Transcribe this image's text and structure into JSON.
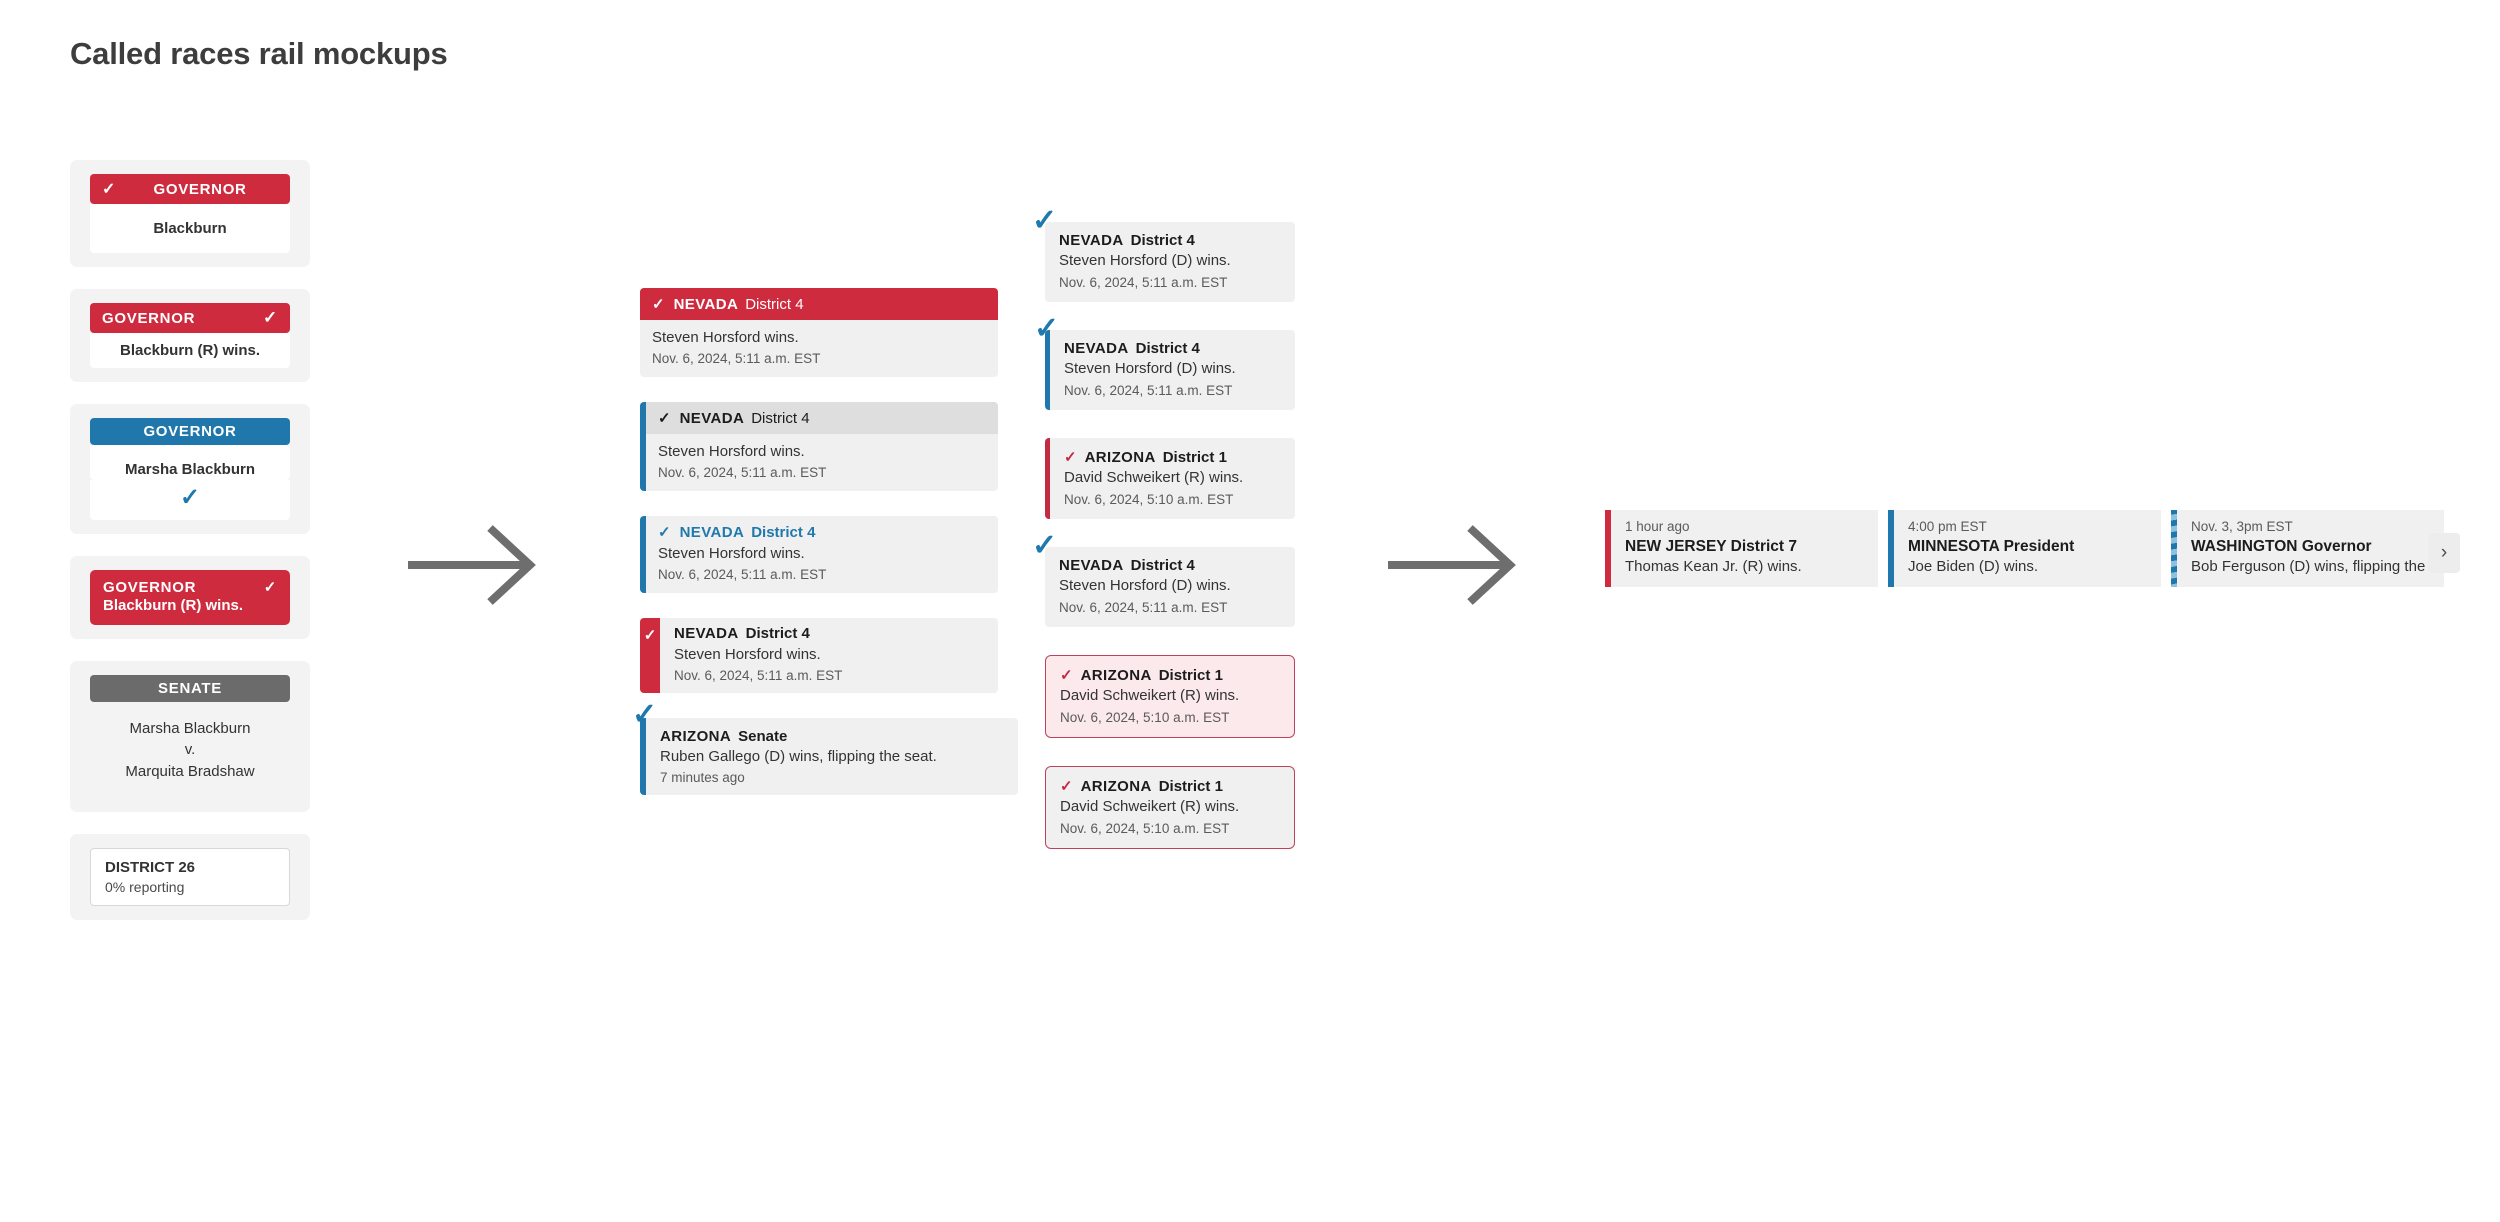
{
  "page": {
    "title": "Called races rail mockups"
  },
  "colors": {
    "republican_red": "#ce2b3e",
    "democrat_blue": "#2077ab",
    "neutral_gray": "#6b6b6b",
    "card_bg": "#f0f0f0"
  },
  "column1": {
    "cards": [
      {
        "variant": "header-red-check-left",
        "check": "✓",
        "header": "GOVERNOR",
        "body": "Blackburn"
      },
      {
        "variant": "header-red-check-right",
        "check": "✓",
        "header": "GOVERNOR",
        "body": "Blackburn (R) wins."
      },
      {
        "variant": "header-blue-tick-below",
        "header": "GOVERNOR",
        "body": "Marsha Blackburn",
        "tick": "✓"
      },
      {
        "variant": "solid-red",
        "header": "GOVERNOR",
        "check": "✓",
        "body": "Blackburn (R) wins."
      },
      {
        "variant": "header-gray-matchup",
        "header": "SENATE",
        "body_lines": [
          "Marsha Blackburn",
          "v.",
          "Marquita Bradshaw"
        ]
      },
      {
        "variant": "district-outline",
        "district": "DISTRICT 26",
        "reporting": "0% reporting"
      }
    ]
  },
  "column2": {
    "cards": [
      {
        "variant": "red-header-bar",
        "check": "✓",
        "state": "NEVADA",
        "race": "District 4",
        "line": "Steven Horsford wins.",
        "time": "Nov. 6, 2024, 5:11 a.m. EST"
      },
      {
        "variant": "blue-border-gray-strip",
        "check": "✓",
        "state": "NEVADA",
        "race": "District 4",
        "line": "Steven Horsford wins.",
        "time": "Nov. 6, 2024, 5:11 a.m. EST"
      },
      {
        "variant": "blue-border-blue-title",
        "check": "✓",
        "state": "NEVADA",
        "race": "District 4",
        "line": "Steven Horsford wins.",
        "time": "Nov. 6, 2024, 5:11 a.m. EST"
      },
      {
        "variant": "thick-red-bar-check",
        "check": "✓",
        "state": "NEVADA",
        "race": "District 4",
        "line": "Steven Horsford wins.",
        "time": "Nov. 6, 2024, 5:11 a.m. EST"
      },
      {
        "variant": "blue-border-big-check",
        "check": "✓",
        "state": "ARIZONA",
        "race": "Senate",
        "line": "Ruben Gallego (D) wins, flipping the seat.",
        "time": "7 minutes ago"
      }
    ]
  },
  "column3": {
    "cards": [
      {
        "variant": "big-check-plain",
        "check": "✓",
        "state": "NEVADA",
        "race": "District 4",
        "line": "Steven Horsford (D) wins.",
        "time": "Nov. 6, 2024, 5:11 a.m. EST"
      },
      {
        "variant": "big-check-blue-border",
        "check": "✓",
        "state": "NEVADA",
        "race": "District 4",
        "line": "Steven Horsford (D) wins.",
        "time": "Nov. 6, 2024, 5:11 a.m. EST"
      },
      {
        "variant": "red-border-inline-check",
        "check": "✓",
        "state": "ARIZONA",
        "race": "District 1",
        "line": "David Schweikert (R) wins.",
        "time": "Nov. 6, 2024, 5:10 a.m. EST"
      },
      {
        "variant": "big-check-plain",
        "check": "✓",
        "state": "NEVADA",
        "race": "District 4",
        "line": "Steven Horsford (D) wins.",
        "time": "Nov. 6, 2024, 5:11 a.m. EST"
      },
      {
        "variant": "red-outline-pink-fill",
        "check": "✓",
        "state": "ARIZONA",
        "race": "District 1",
        "line": "David Schweikert (R) wins.",
        "time": "Nov. 6, 2024, 5:10 a.m. EST"
      },
      {
        "variant": "red-outline-gray-fill",
        "check": "✓",
        "state": "ARIZONA",
        "race": "District 1",
        "line": "David Schweikert (R) wins.",
        "time": "Nov. 6, 2024, 5:10 a.m. EST"
      }
    ]
  },
  "rail": {
    "cards": [
      {
        "edge": "red",
        "time": "1 hour ago",
        "state": "NEW JERSEY",
        "race": "District 7",
        "line": "Thomas Kean Jr. (R) wins."
      },
      {
        "edge": "blue",
        "time": "4:00 pm EST",
        "state": "MINNESOTA",
        "race": "President",
        "line": "Joe Biden (D) wins."
      },
      {
        "edge": "striped-blue",
        "time": "Nov. 3, 3pm EST",
        "state": "WASHINGTON",
        "race": "Governor",
        "line": "Bob Ferguson (D) wins, flipping the seat."
      }
    ],
    "next_label": "›"
  }
}
